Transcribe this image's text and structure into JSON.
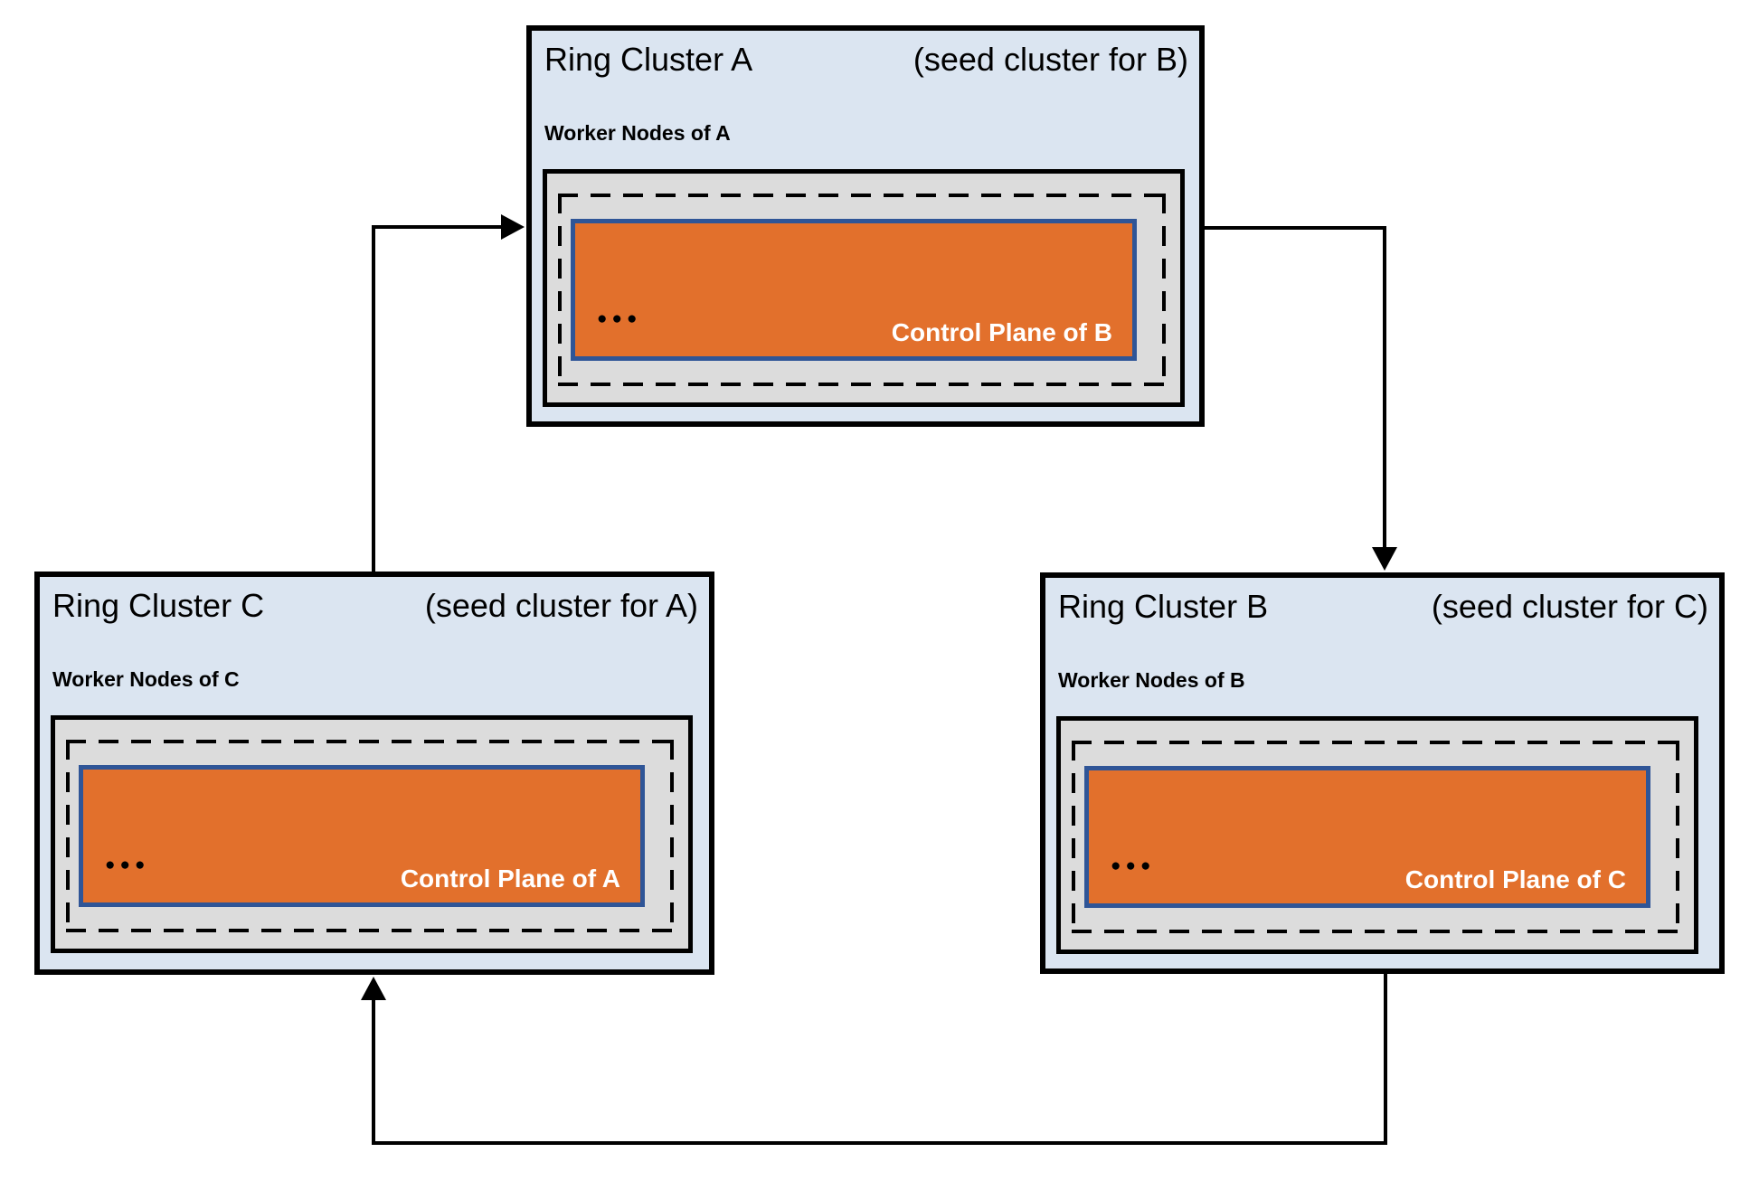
{
  "diagram": {
    "clusters": [
      {
        "name": "Ring Cluster A",
        "seed_note": "(seed cluster for B)",
        "worker_nodes_label": "Worker Nodes of A",
        "control_plane_label": "Control Plane of B",
        "ellipsis": "●●●"
      },
      {
        "name": "Ring Cluster B",
        "seed_note": "(seed cluster for C)",
        "worker_nodes_label": "Worker Nodes of B",
        "control_plane_label": "Control Plane of C",
        "ellipsis": "●●●"
      },
      {
        "name": "Ring Cluster C",
        "seed_note": "(seed cluster for A)",
        "worker_nodes_label": "Worker Nodes of C",
        "control_plane_label": "Control Plane of A",
        "ellipsis": "●●●"
      }
    ],
    "arrows": [
      {
        "from": "Ring Cluster C",
        "to": "Ring Cluster A"
      },
      {
        "from": "Ring Cluster A",
        "to": "Ring Cluster B"
      },
      {
        "from": "Ring Cluster B",
        "to": "Ring Cluster C"
      }
    ],
    "colors": {
      "cluster_fill": "#DBE5F1",
      "worker_box_fill": "#DCDCDC",
      "control_plane_fill": "#E2702C",
      "control_plane_border": "#2F5597",
      "line": "#000000"
    }
  }
}
